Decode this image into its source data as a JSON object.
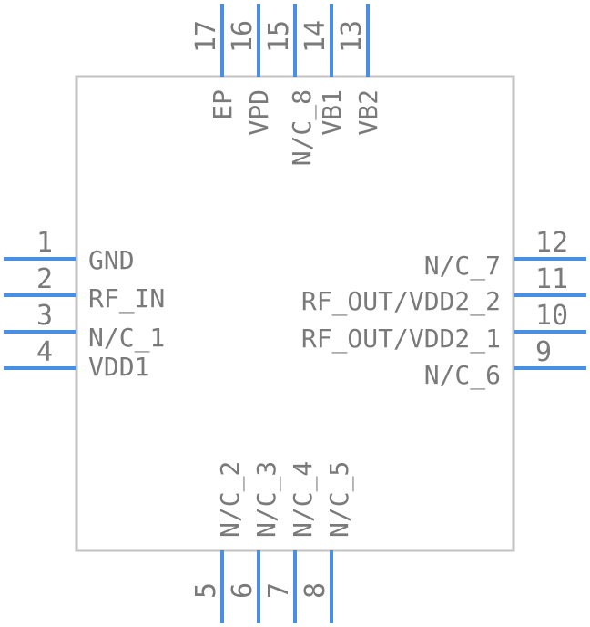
{
  "component": {
    "pins": {
      "left": [
        {
          "number": "1",
          "name": "GND"
        },
        {
          "number": "2",
          "name": "RF_IN"
        },
        {
          "number": "3",
          "name": "N/C_1"
        },
        {
          "number": "4",
          "name": "VDD1"
        }
      ],
      "bottom": [
        {
          "number": "5",
          "name": "N/C_2"
        },
        {
          "number": "6",
          "name": "N/C_3"
        },
        {
          "number": "7",
          "name": "N/C_4"
        },
        {
          "number": "8",
          "name": "N/C_5"
        }
      ],
      "right": [
        {
          "number": "9",
          "name": "N/C_6"
        },
        {
          "number": "10",
          "name": "RF_OUT/VDD2_1"
        },
        {
          "number": "11",
          "name": "RF_OUT/VDD2_2"
        },
        {
          "number": "12",
          "name": "N/C_7"
        }
      ],
      "top": [
        {
          "number": "13",
          "name": "VB2"
        },
        {
          "number": "14",
          "name": "VB1"
        },
        {
          "number": "15",
          "name": "N/C_8"
        },
        {
          "number": "16",
          "name": "VPD"
        },
        {
          "number": "17",
          "name": "EP"
        }
      ]
    },
    "colors": {
      "pin": "#4a90e2",
      "outline": "#c2c2c2",
      "text": "#7a7a7a"
    }
  }
}
